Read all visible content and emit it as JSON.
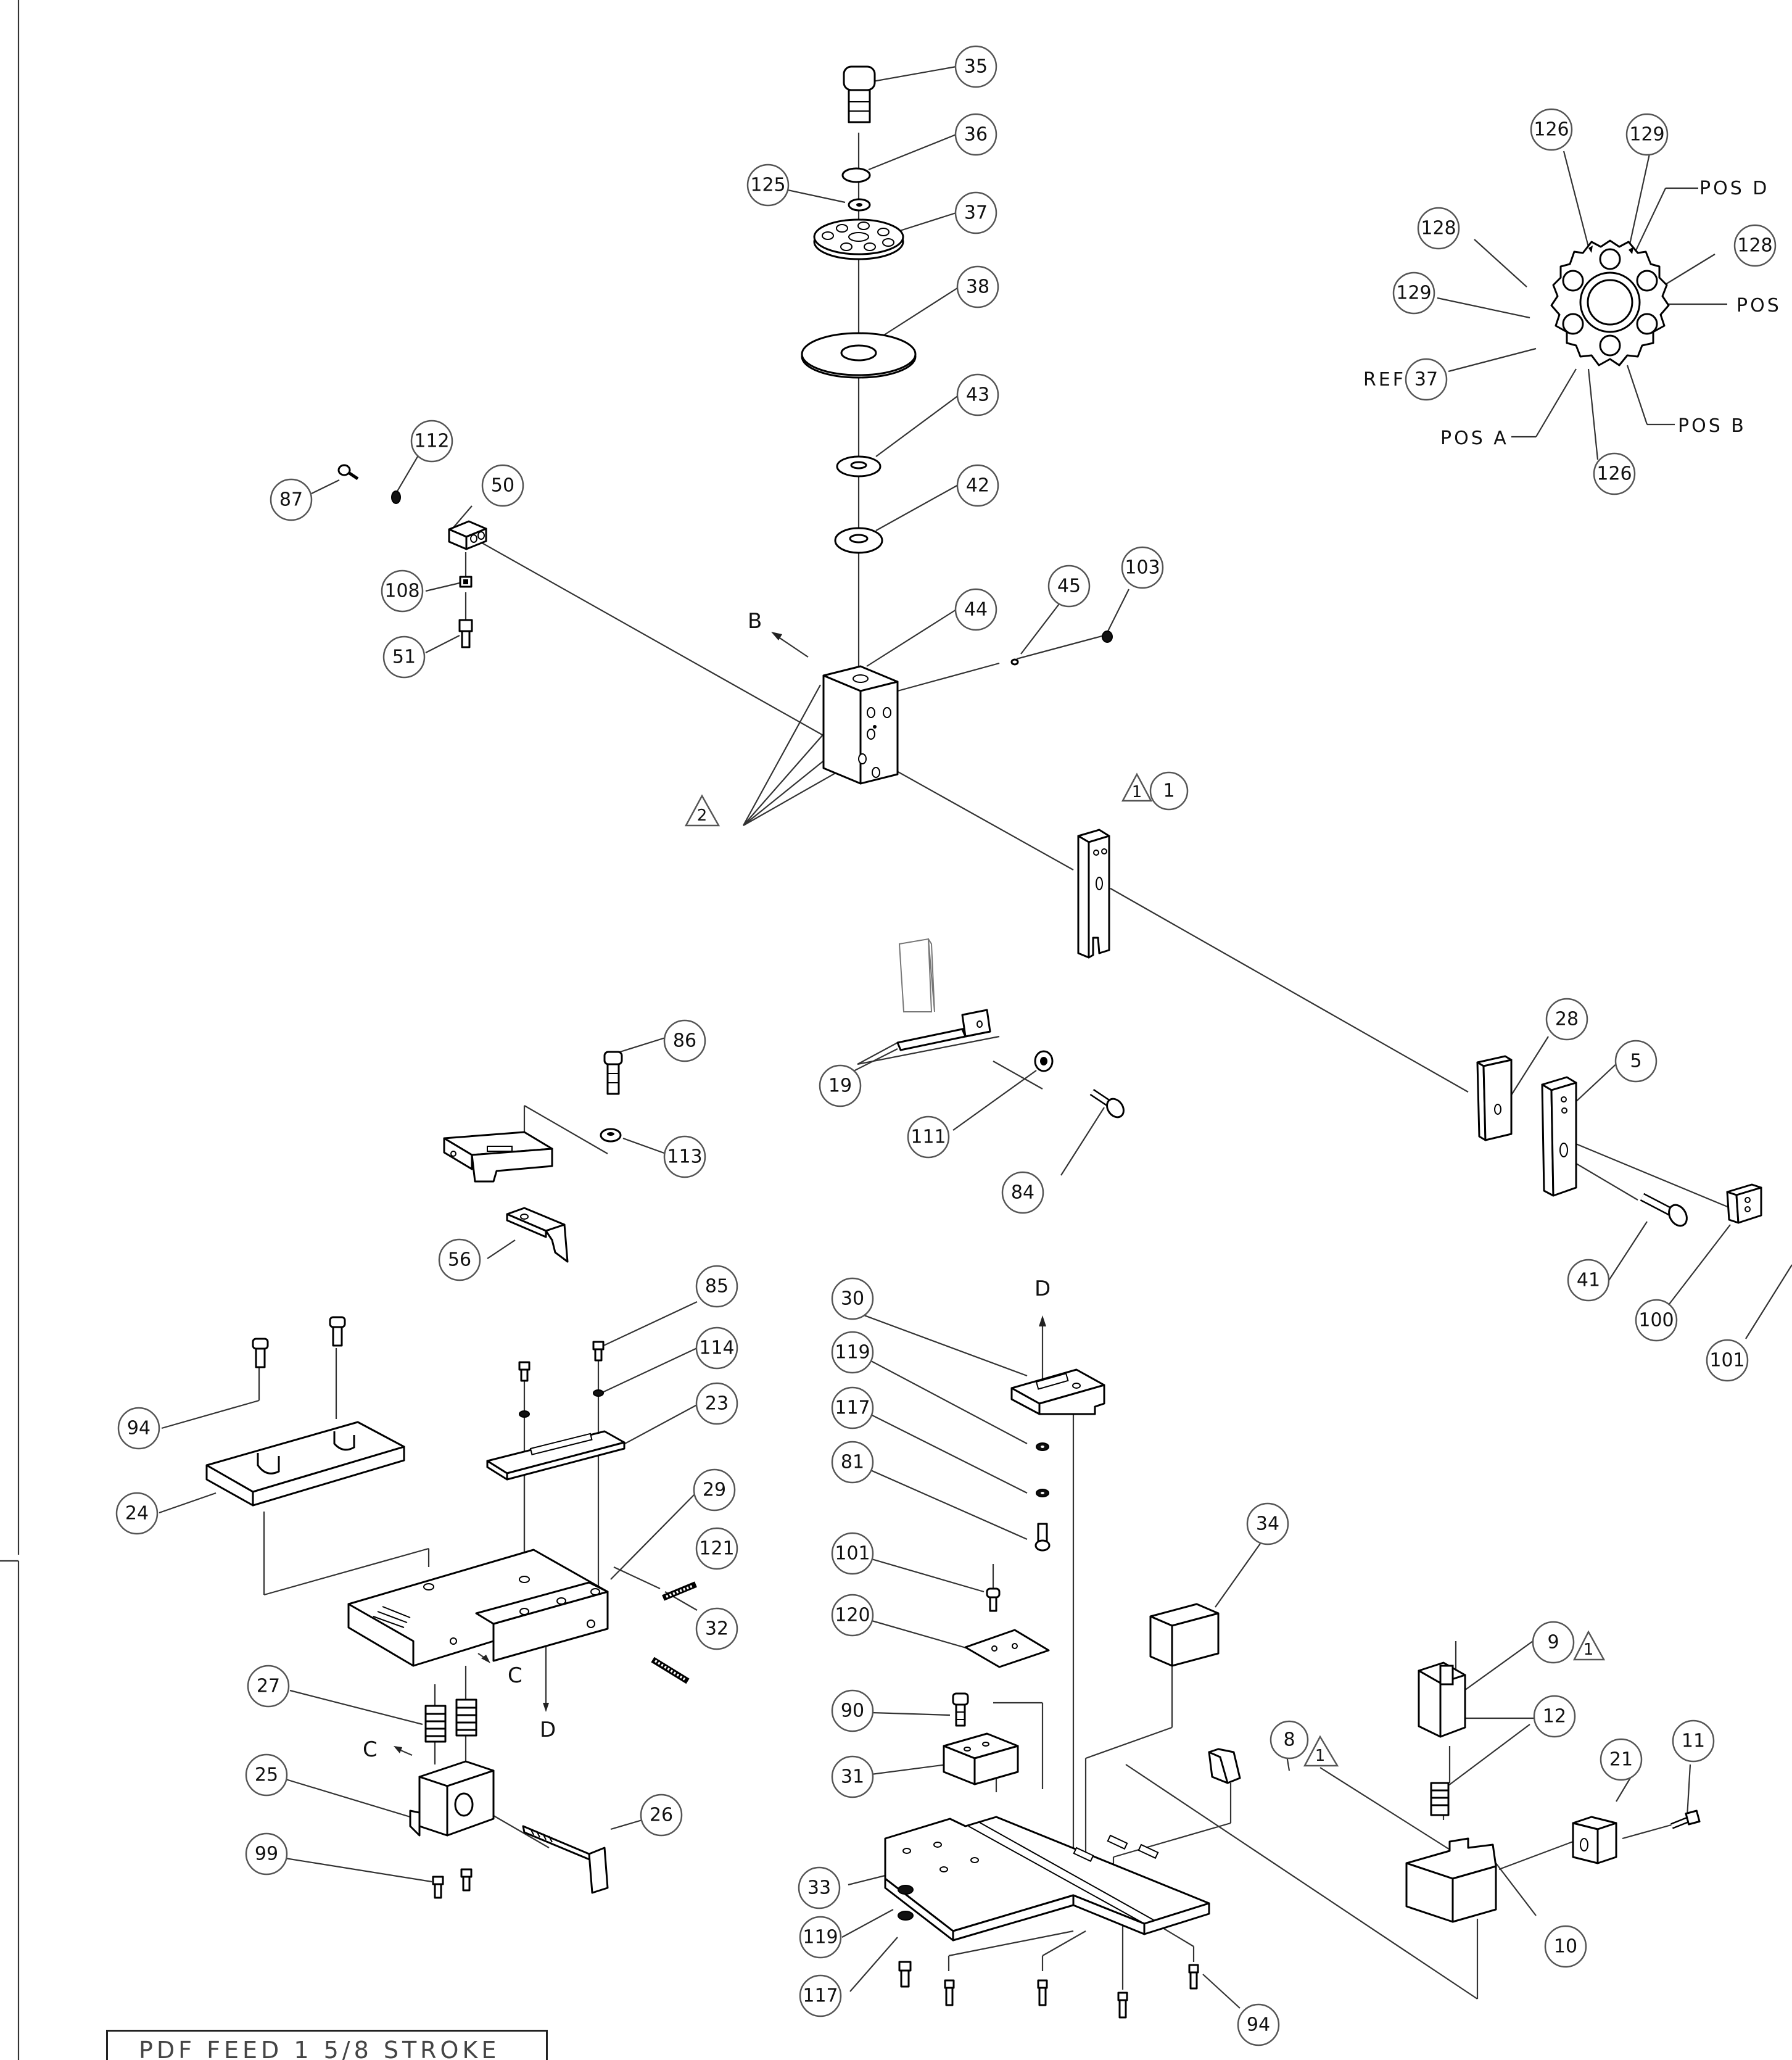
{
  "balloons": {
    "b35": "35",
    "b36": "36",
    "b125": "125",
    "b37": "37",
    "b38": "38",
    "b43": "43",
    "b42": "42",
    "b44": "44",
    "b45": "45",
    "b103": "103",
    "b112": "112",
    "b87": "87",
    "b50": "50",
    "b108": "108",
    "b51": "51",
    "b1": "1",
    "b19": "19",
    "b111": "111",
    "b84": "84",
    "b86": "86",
    "b113": "113",
    "b56": "56",
    "b28": "28",
    "b5": "5",
    "b41": "41",
    "b100": "100",
    "b101r": "101",
    "b85": "85",
    "b114": "114",
    "b23": "23",
    "b94a": "94",
    "b24": "24",
    "b29": "29",
    "b121": "121",
    "b32": "32",
    "b27": "27",
    "b25": "25",
    "b26": "26",
    "b99": "99",
    "b30": "30",
    "b119a": "119",
    "b117a": "117",
    "b81": "81",
    "b101": "101",
    "b120": "120",
    "b90": "90",
    "b31": "31",
    "b33": "33",
    "b119b": "119",
    "b117b": "117",
    "b34": "34",
    "b9": "9",
    "b12": "12",
    "b8": "8",
    "b21": "21",
    "b11": "11",
    "b10": "10",
    "b94b": "94",
    "b126t": "126",
    "b129t": "129",
    "b128l": "128",
    "b128r": "128",
    "b129l": "129",
    "b37ref": "37",
    "b126b": "126"
  },
  "revision_triangles": {
    "t1": "1",
    "t2": "2",
    "t9": "1",
    "t8": "1"
  },
  "direction_labels": {
    "b": "B",
    "c1": "C",
    "c2": "C",
    "d1": "D",
    "d2": "D"
  },
  "detail": {
    "pos_d": "POS D",
    "pos_c": "POS",
    "pos_b": "POS B",
    "pos_a": "POS A",
    "ref": "REF"
  },
  "title_block": {
    "title": "PDF FEED 1 5/8 STROKE"
  }
}
